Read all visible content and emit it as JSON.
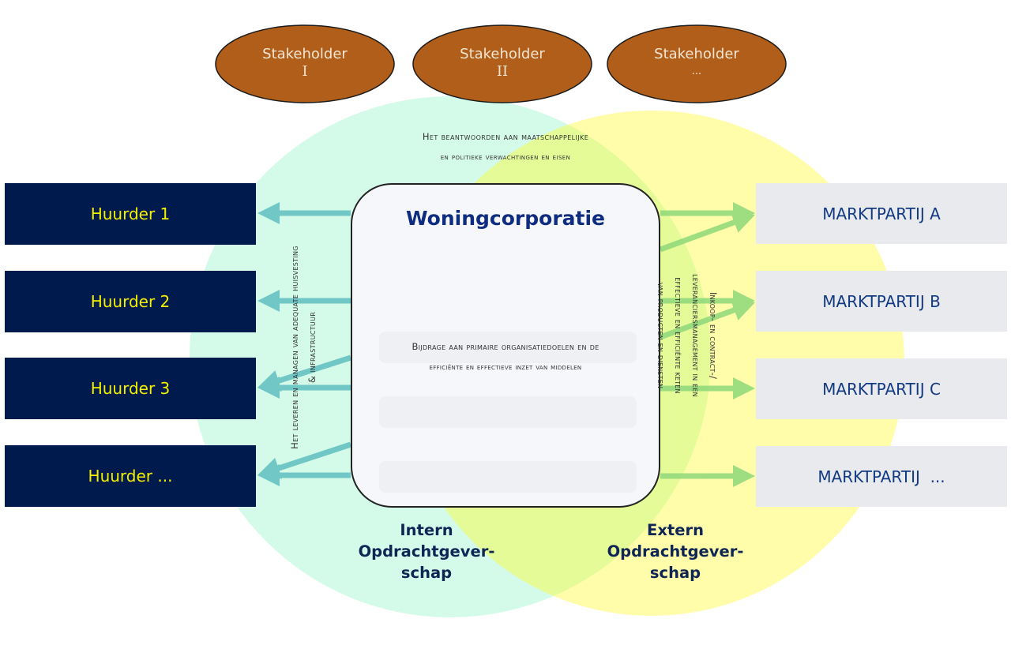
{
  "stakeholders": [
    {
      "line1": "Stakeholder",
      "line2": "I"
    },
    {
      "line1": "Stakeholder",
      "line2": "II"
    },
    {
      "line1": "Stakeholder",
      "line2": "..."
    }
  ],
  "societal_text": {
    "line1": "Het beantwoorden aan maatschappelijke",
    "line2": "en politieke verwachtingen en eisen"
  },
  "core": {
    "title": "Woningcorporatie",
    "text_line1": "Bijdrage aan primaire organisatiedoelen en de",
    "text_line2": "efficiënte en effectieve inzet van middelen"
  },
  "tenants": [
    "Huurder 1",
    "Huurder 2",
    "Huurder 3",
    "Huurder ..."
  ],
  "market_parties": [
    "MARKTPARTIJ A",
    "MARKTPARTIJ B",
    "MARKTPARTIJ C",
    "MARKTPARTIJ  ..."
  ],
  "left_flow_text": {
    "line1": "Het leveren en managen van adequate huisvesting",
    "line2": "& infrastructuur"
  },
  "right_flow_text": {
    "line1": "Inkoop- en contract-/",
    "line2": "leveranciersmanagement in een",
    "line3": "effectieve en efficiënte keten",
    "line4": "van producten en diensten"
  },
  "zones": {
    "intern": {
      "line1": "Intern",
      "line2": "Opdrachtgever-",
      "line3": "schap"
    },
    "extern": {
      "line1": "Extern",
      "line2": "Opdrachtgever-",
      "line3": "schap"
    }
  },
  "colors": {
    "stakeholder_fill": "#b05e1a",
    "intern_circle": "#d4fbe9",
    "extern_circle": "#fffcaa",
    "overlap": "#e4fb98",
    "tenant_fill": "#001a4d",
    "tenant_text": "#f5f000",
    "market_fill": "#e9eaee",
    "market_text": "#123a82",
    "left_arrow": "#5fbfc0",
    "right_arrow": "#8fd87a"
  }
}
